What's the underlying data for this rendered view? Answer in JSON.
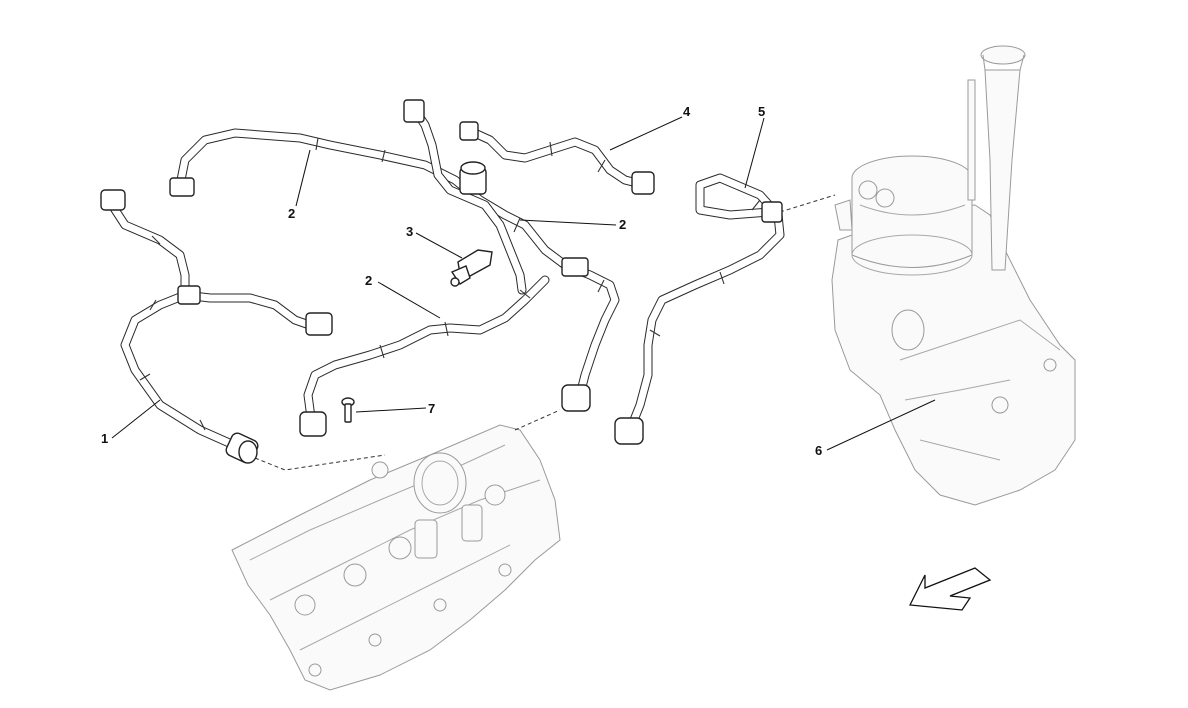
{
  "callouts": {
    "c1": "1",
    "c2a": "2",
    "c2b": "2",
    "c2c": "2",
    "c3": "3",
    "c4": "4",
    "c5": "5",
    "c6": "6",
    "c7": "7"
  },
  "colors": {
    "line": "#2a2a2a",
    "ghost": "#9a9a9a",
    "background": "#ffffff"
  }
}
